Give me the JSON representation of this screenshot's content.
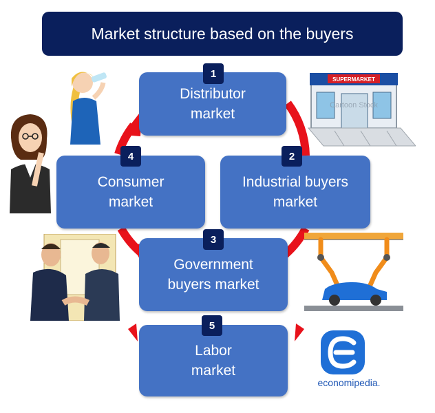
{
  "title": "Market structure based on the buyers",
  "markets": [
    {
      "number": "1",
      "line1": "Distributor",
      "line2": "market"
    },
    {
      "number": "2",
      "line1": "Industrial buyers",
      "line2": "market"
    },
    {
      "number": "3",
      "line1": "Government",
      "line2": "buyers market"
    },
    {
      "number": "4",
      "line1": "Consumer",
      "line2": "market"
    },
    {
      "number": "5",
      "line1": "Labor",
      "line2": "market"
    }
  ],
  "illustrations": {
    "supermarket_sign": "SUPERMARKET",
    "watermark": "Cartoon Stock"
  },
  "logo": {
    "text": "economipedia."
  },
  "colors": {
    "title_bg": "#0a1f5c",
    "box_bg": "#4472c4",
    "badge_bg": "#0a1f5c",
    "arrow": "#e8121b",
    "logo": "#1f57b5"
  },
  "icons": [
    "woman-drinking-icon",
    "thinking-woman-icon",
    "supermarket-icon",
    "robot-factory-icon",
    "handshake-icon",
    "economipedia-logo-icon"
  ]
}
